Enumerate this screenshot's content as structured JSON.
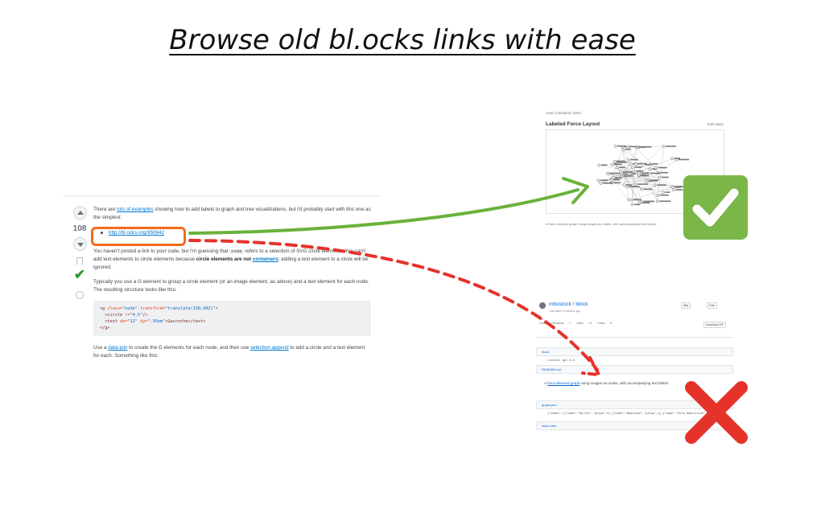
{
  "title": "Browse old bl.ocks links with ease",
  "answer": {
    "score": "108",
    "intro_pre": "There are ",
    "intro_link": "lots of examples",
    "intro_post": " showing how to add labels to graph and tree visualizations, but I'd probably start with this one as the simplest:",
    "link": "http://bl.ocks.org/950642",
    "para2_a": "You haven't posted a link to your code, but I'm guessing that ",
    "para2_code": "node",
    "para2_b": " refers to a selection of SVG circle elements. You can't add text elements to circle elements because ",
    "para2_bold": "circle elements are not ",
    "para2_link": "containers",
    "para2_c": "; adding a text element to a circle will be ignored.",
    "para3": "Typically you use a G element to group a circle element (or an image element, as above) and a text element for each node. The resulting structure looks like this:",
    "code": {
      "line1_tag": "<g",
      "line1_attr1": " class=",
      "line1_val1": "\"node\"",
      "line1_attr2": " transform=",
      "line1_val2": "\"translate(130,492)\"",
      "line1_end": ">",
      "line2_tag": "  <circle",
      "line2_attr": " r=",
      "line2_val": "\"4.5\"",
      "line2_end": "/>",
      "line3_tag": "  <text",
      "line3_attr1": " dx=",
      "line3_val1": "\"12\"",
      "line3_attr2": " dy=",
      "line3_val2": "\".35em\"",
      "line3_text": ">Gavroche</text>",
      "line4": "</g>"
    },
    "para4_a": "Use a ",
    "para4_link1": "data-join",
    "para4_b": " to create the G elements for each node, and then use ",
    "para4_link2": "selection.append",
    "para4_c": " to add a circle and a text element for each. Something like this:"
  },
  "good_preview": {
    "header": "Jose | mbostock 2004",
    "title": "Labeled Force Layout",
    "open_link": "Edit Open",
    "footer": "A force-directed graph using images as nodes, with accompanying text labels."
  },
  "bad_preview": {
    "repo": "mbostock / block",
    "subtitle": "Last active 6 months ago",
    "btn_star": "Star",
    "btn_fork": "Fork",
    "btn_download": "Download ZIP",
    "tabs": "Code Revisions 7 Stars 12 Forks 6",
    "file1": "block",
    "file2": "README.md",
    "readme_pre": "A ",
    "readme_link": "force-directed graph",
    "readme_post": " using images as nodes, with accompanying text labels.",
    "file3": "graph.json",
    "file4": "index.html",
    "mono1": "License: gpl-3.0",
    "mono2": "{\"nodes\":[{\"name\":\"Myriel\",\"group\":1},{\"name\":\"Napoleon\",\"group\":1},{\"name\":\"Mlle.Baptistine\"..."
  },
  "icons": [
    "upvote-icon",
    "downvote-icon",
    "bookmark-icon",
    "accepted-check-icon",
    "history-icon",
    "checkmark-badge-icon",
    "cross-badge-icon"
  ],
  "colors": {
    "highlight": "#f26a1b",
    "good_arrow": "#6ab23b",
    "bad_arrow": "#e5332a",
    "check_bg": "#7ab648",
    "cross": "#e5332a",
    "link": "#0077cc"
  }
}
